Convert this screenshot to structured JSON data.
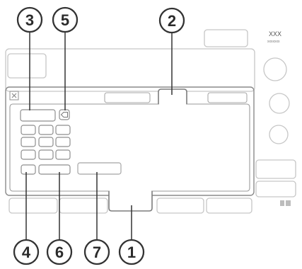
{
  "header": {
    "label": "XXX",
    "sublabel": "xxxxxxx"
  },
  "callouts": [
    "1",
    "2",
    "3",
    "4",
    "5",
    "6",
    "7"
  ],
  "icons": {
    "close": "close-x-icon",
    "backspace": "backspace-icon",
    "lock": "lock-icon"
  },
  "colors": {
    "outline": "#9a9a9a",
    "dialog_border": "#6e6e6e",
    "tab_fill": "#ffffff",
    "text": "#2b2b2b",
    "background": "#ffffff"
  }
}
